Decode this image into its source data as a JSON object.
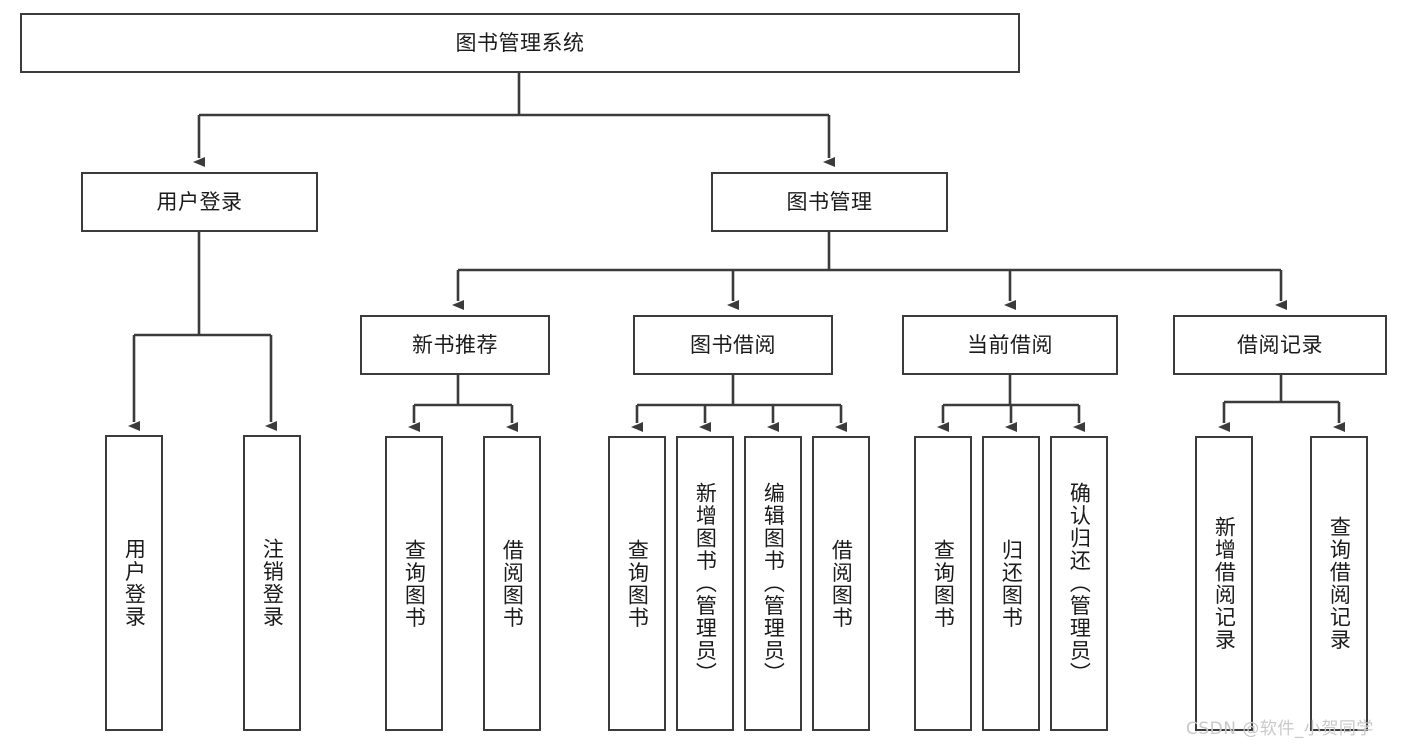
{
  "diagram": {
    "title": "图书管理系统",
    "root": {
      "label": "图书管理系统"
    },
    "level2": [
      {
        "label": "用户登录"
      },
      {
        "label": "图书管理"
      }
    ],
    "level3": [
      {
        "label": "新书推荐"
      },
      {
        "label": "图书借阅"
      },
      {
        "label": "当前借阅"
      },
      {
        "label": "借阅记录"
      }
    ],
    "leaves": {
      "user_login": [
        {
          "label": "用户登录"
        },
        {
          "label": "注销登录"
        }
      ],
      "new_book_recommend": [
        {
          "label": "查询图书"
        },
        {
          "label": "借阅图书"
        }
      ],
      "book_borrow": [
        {
          "label": "查询图书"
        },
        {
          "label": "新增图书（管理员）"
        },
        {
          "label": "编辑图书（管理员）"
        },
        {
          "label": "借阅图书"
        }
      ],
      "current_borrow": [
        {
          "label": "查询图书"
        },
        {
          "label": "归还图书"
        },
        {
          "label": "确认归还（管理员）"
        }
      ],
      "borrow_record": [
        {
          "label": "新增借阅记录"
        },
        {
          "label": "查询借阅记录"
        }
      ]
    },
    "watermark": "CSDN @软件_小贺同学",
    "colors": {
      "stroke": "#3b3b3b",
      "text": "#1b1b1b",
      "background": "#ffffff",
      "watermark": "#c9c9c9"
    }
  }
}
